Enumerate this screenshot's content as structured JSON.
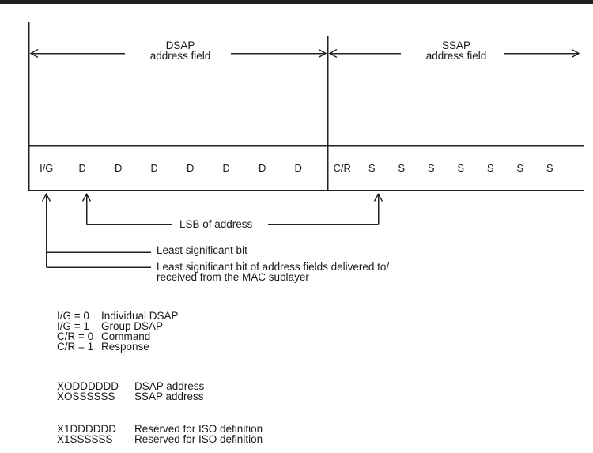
{
  "diagram": {
    "dsap_header": {
      "title": "DSAP",
      "subtitle": "address field"
    },
    "ssap_header": {
      "title": "SSAP",
      "subtitle": "address field"
    },
    "bits": {
      "dsap": [
        "I/G",
        "D",
        "D",
        "D",
        "D",
        "D",
        "D",
        "D"
      ],
      "ssap": [
        "C/R",
        "S",
        "S",
        "S",
        "S",
        "S",
        "S",
        "S"
      ]
    },
    "callouts": {
      "lsb_of_address": "LSB of address",
      "least_significant_bit": "Least significant bit",
      "least_significant_bit_long_line1": "Least significant bit of address fields delivered to/",
      "least_significant_bit_long_line2": "received from the MAC sublayer"
    },
    "legend_bits": [
      {
        "key": "I/G = 0",
        "value": "Individual DSAP"
      },
      {
        "key": "I/G = 1",
        "value": "Group DSAP"
      },
      {
        "key": "C/R = 0",
        "value": "Command"
      },
      {
        "key": "C/R = 1",
        "value": "Response"
      }
    ],
    "legend_addresses": [
      {
        "key": "XODDDDDD",
        "value": "DSAP address"
      },
      {
        "key": "XOSSSSSS",
        "value": "SSAP address"
      }
    ],
    "legend_reserved": [
      {
        "key": "X1DDDDDD",
        "value": "Reserved for ISO definition"
      },
      {
        "key": "X1SSSSSS",
        "value": "Reserved for ISO definition"
      }
    ],
    "colors": {
      "line": "#222222",
      "text": "#1a1a1a",
      "background": "#ffffff"
    }
  }
}
